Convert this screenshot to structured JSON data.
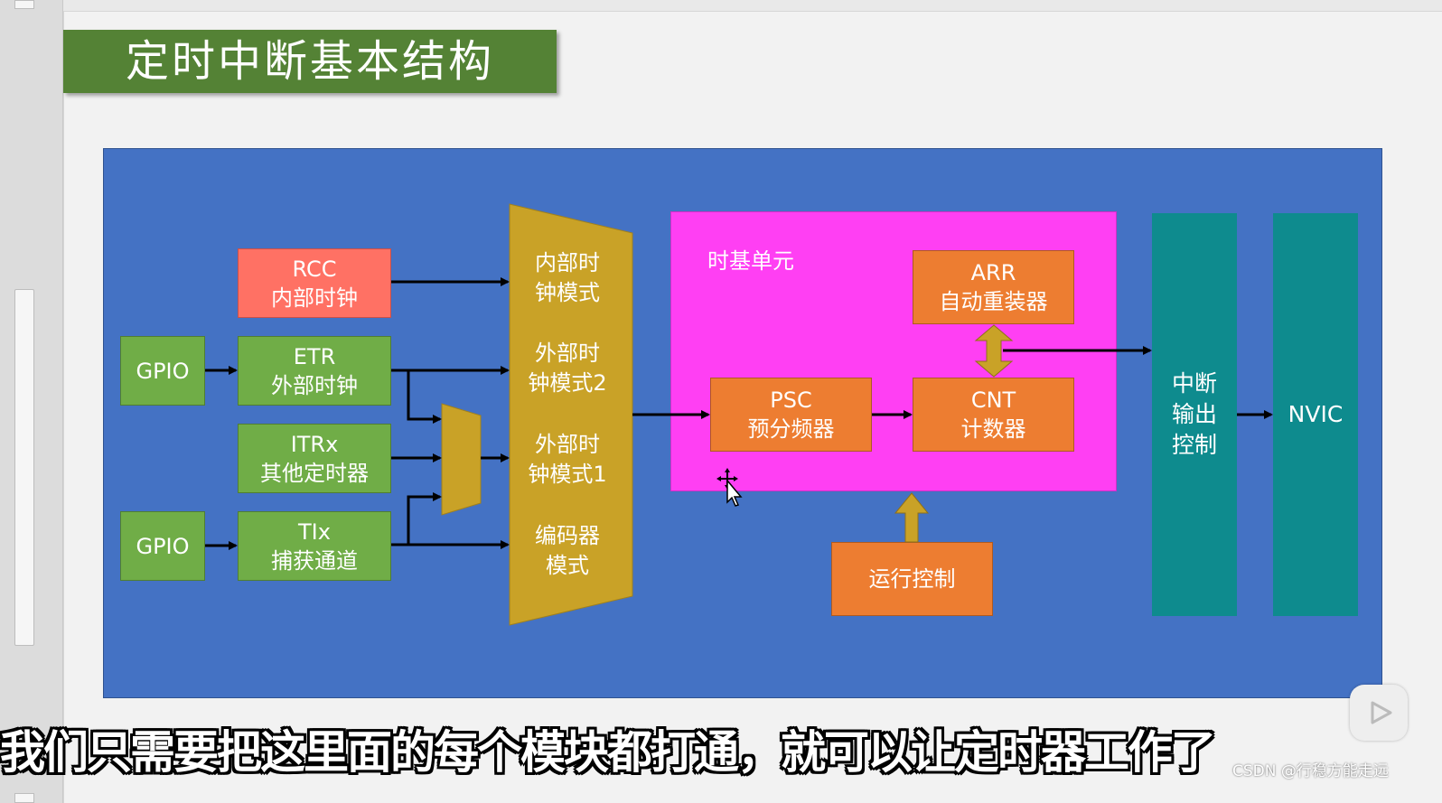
{
  "title": "定时中断基本结构",
  "blocks": {
    "rcc": "RCC\n内部时钟",
    "gpio_top": "GPIO",
    "etr": "ETR\n外部时钟",
    "itrx": "ITRx\n其他定时器",
    "gpio_bottom": "GPIO",
    "tix": "TIx\n捕获通道",
    "mode_internal": "内部时\n钟模式",
    "mode_external2": "外部时\n钟模式2",
    "mode_external1": "外部时\n钟模式1",
    "mode_encoder": "编码器\n模式",
    "timebase_label": "时基单元",
    "arr": "ARR\n自动重装器",
    "psc": "PSC\n预分频器",
    "cnt": "CNT\n计数器",
    "run_control": "运行控制",
    "interrupt_output": "中断\n输出\n控制",
    "nvic": "NVIC"
  },
  "subtitle": "我们只需要把这里面的每个模块都打通，就可以让定时器工作了",
  "watermark": "CSDN @行稳方能走远",
  "colors": {
    "title_green": "#548235",
    "diagram_blue": "#4472c4",
    "green": "#70ad47",
    "orange": "#ed7d31",
    "magenta": "#ff3ff3",
    "gold": "#c9a227",
    "teal": "#0e8b8e",
    "salmon": "#ff7164"
  }
}
